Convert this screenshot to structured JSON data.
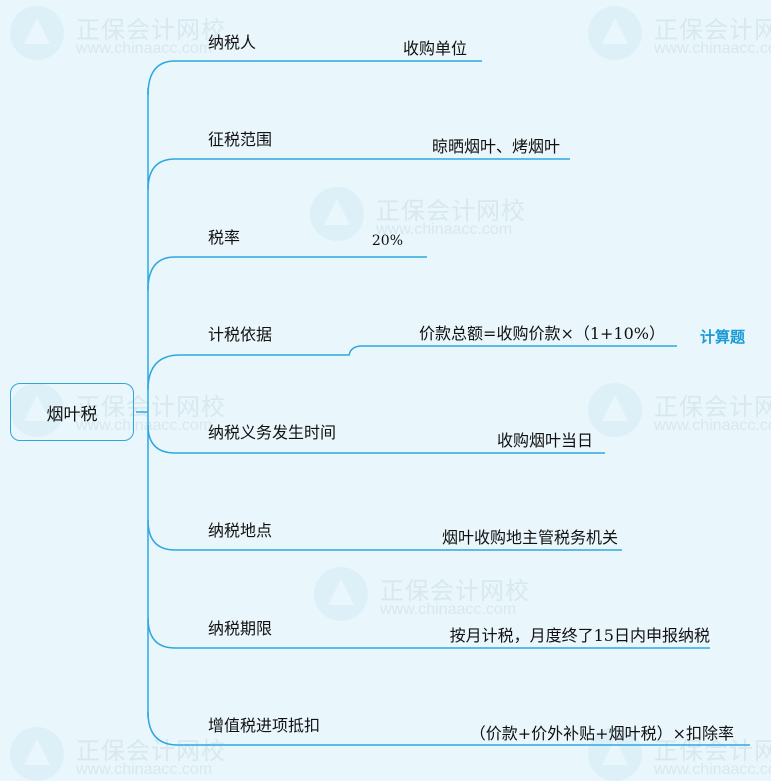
{
  "watermark": {
    "name": "正保会计网校",
    "url": "www.chinaacc.com"
  },
  "root": {
    "label": "烟叶税"
  },
  "branches": [
    {
      "label": "纳税人",
      "value": "收购单位"
    },
    {
      "label": "征税范围",
      "value": "晾晒烟叶、烤烟叶"
    },
    {
      "label": "税率",
      "value": "20%"
    },
    {
      "label": "计税依据",
      "value": "价款总额=收购价款×（1+10%）",
      "tag": "计算题"
    },
    {
      "label": "纳税义务发生时间",
      "value": "收购烟叶当日"
    },
    {
      "label": "纳税地点",
      "value": "烟叶收购地主管税务机关"
    },
    {
      "label": "纳税期限",
      "value": "按月计税，月度终了15日内申报纳税"
    },
    {
      "label": "增值税进项抵扣",
      "value": "（价款+价外补贴+烟叶税）×扣除率"
    }
  ],
  "colors": {
    "line": "#2ea7e0",
    "background": "#e9f6fc",
    "tag": "#1a9ad6"
  }
}
